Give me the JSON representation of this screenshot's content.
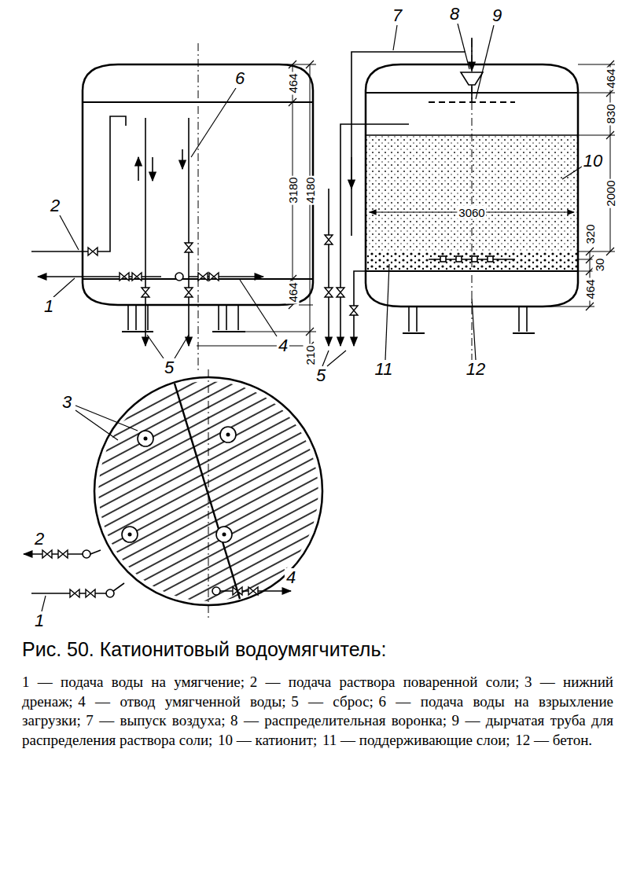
{
  "diagram": {
    "caption": "Рис. 50. Катионитовый водоумягчитель:",
    "labels": [
      "6",
      "2",
      "1",
      "4",
      "5",
      "464",
      "3180",
      "4180",
      "464",
      "210",
      "7",
      "8",
      "9",
      "464",
      "830",
      "10",
      "3060",
      "2000",
      "320",
      "30",
      "464",
      "5",
      "11",
      "12",
      "3",
      "2",
      "1",
      "4",
      "1 — подача воды на умягчение;",
      "2 — подача раствора поваренной соли;",
      "3 — нижний дренаж;",
      "4 — отвод умягченной воды;",
      "5 — сброс;",
      "6 — подача воды на взрыхление загрузки;",
      "7 — выпуск воздуха;",
      "8 — распределительная воронка;",
      "9 — дырчатая труба для распределения раствора соли;",
      "10 — катионит;",
      "11 — поддерживающие слои;",
      "12 — бетон."
    ]
  }
}
